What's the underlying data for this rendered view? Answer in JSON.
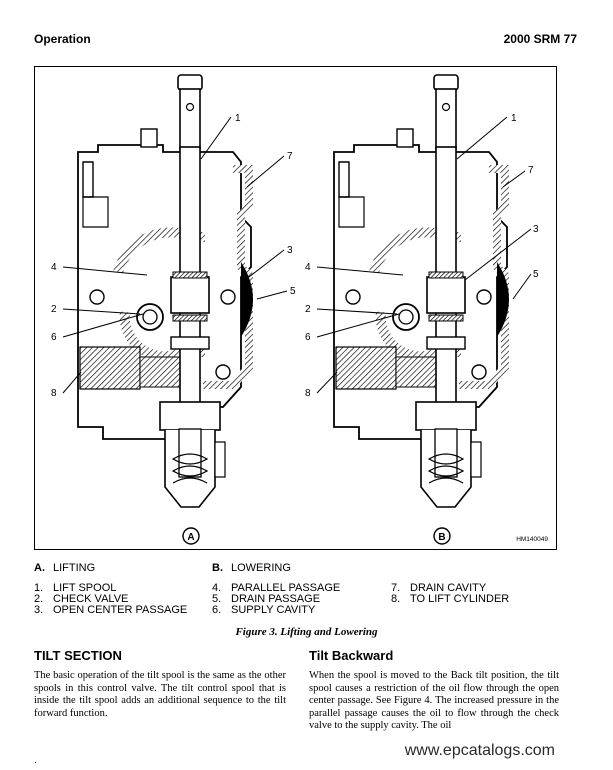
{
  "header": {
    "section": "Operation",
    "manual": "2000 SRM 77"
  },
  "figure": {
    "id": "HM140049",
    "panel_a_label": "A",
    "panel_b_label": "B",
    "callouts": [
      "1",
      "2",
      "3",
      "4",
      "5",
      "6",
      "7",
      "8"
    ]
  },
  "legend": {
    "panels": [
      {
        "key": "A.",
        "label": "LIFTING"
      },
      {
        "key": "B.",
        "label": "LOWERING"
      }
    ],
    "col1": [
      {
        "num": "1.",
        "label": "LIFT SPOOL"
      },
      {
        "num": "2.",
        "label": "CHECK VALVE"
      },
      {
        "num": "3.",
        "label": "OPEN CENTER PASSAGE"
      }
    ],
    "col2": [
      {
        "num": "4.",
        "label": "PARALLEL PASSAGE"
      },
      {
        "num": "5.",
        "label": "DRAIN PASSAGE"
      },
      {
        "num": "6.",
        "label": "SUPPLY CAVITY"
      }
    ],
    "col3": [
      {
        "num": "7.",
        "label": "DRAIN CAVITY"
      },
      {
        "num": "8.",
        "label": "TO LIFT CYLINDER"
      }
    ]
  },
  "caption": "Figure 3. Lifting and Lowering",
  "left_section": {
    "heading": "TILT SECTION",
    "body": "The basic operation of the tilt spool is the same as the other spools in this control valve. The tilt control spool that is inside the tilt spool adds an additional sequence to the tilt forward function."
  },
  "right_section": {
    "heading": "Tilt Backward",
    "body": "When the spool is moved to the Back tilt position, the tilt spool causes a restriction of the oil flow through the open center passage. See Figure 4. The increased pressure in the parallel passage causes the oil to flow through the check valve to the supply cavity. The oil"
  },
  "watermark": "www.epcatalogs.com",
  "page_mark": "·"
}
